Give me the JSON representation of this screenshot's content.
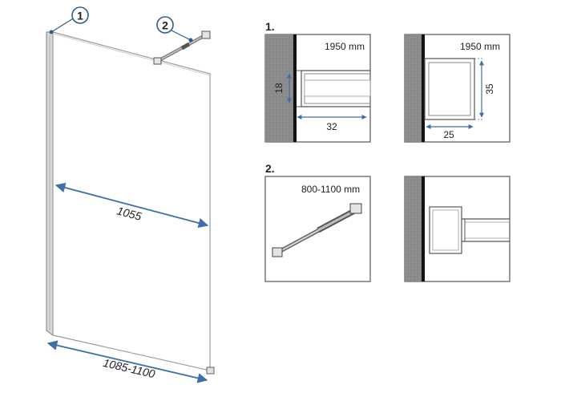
{
  "callouts": {
    "one": "1",
    "two": "2"
  },
  "main": {
    "width_dim": "1055",
    "total_dim": "1085-1100"
  },
  "section1": {
    "number": "1.",
    "left": {
      "height_label": "1950 mm",
      "dim_vertical": "18",
      "dim_horizontal": "32"
    },
    "right": {
      "height_label": "1950 mm",
      "dim_vertical": "35",
      "dim_horizontal": "25"
    }
  },
  "section2": {
    "number": "2.",
    "left": {
      "length_label": "800-1100 mm"
    }
  },
  "colors": {
    "dimension": "#3d6fa6",
    "callout": "#2d5d8c",
    "wall": "#8e8e8e",
    "frame": "#555555"
  }
}
